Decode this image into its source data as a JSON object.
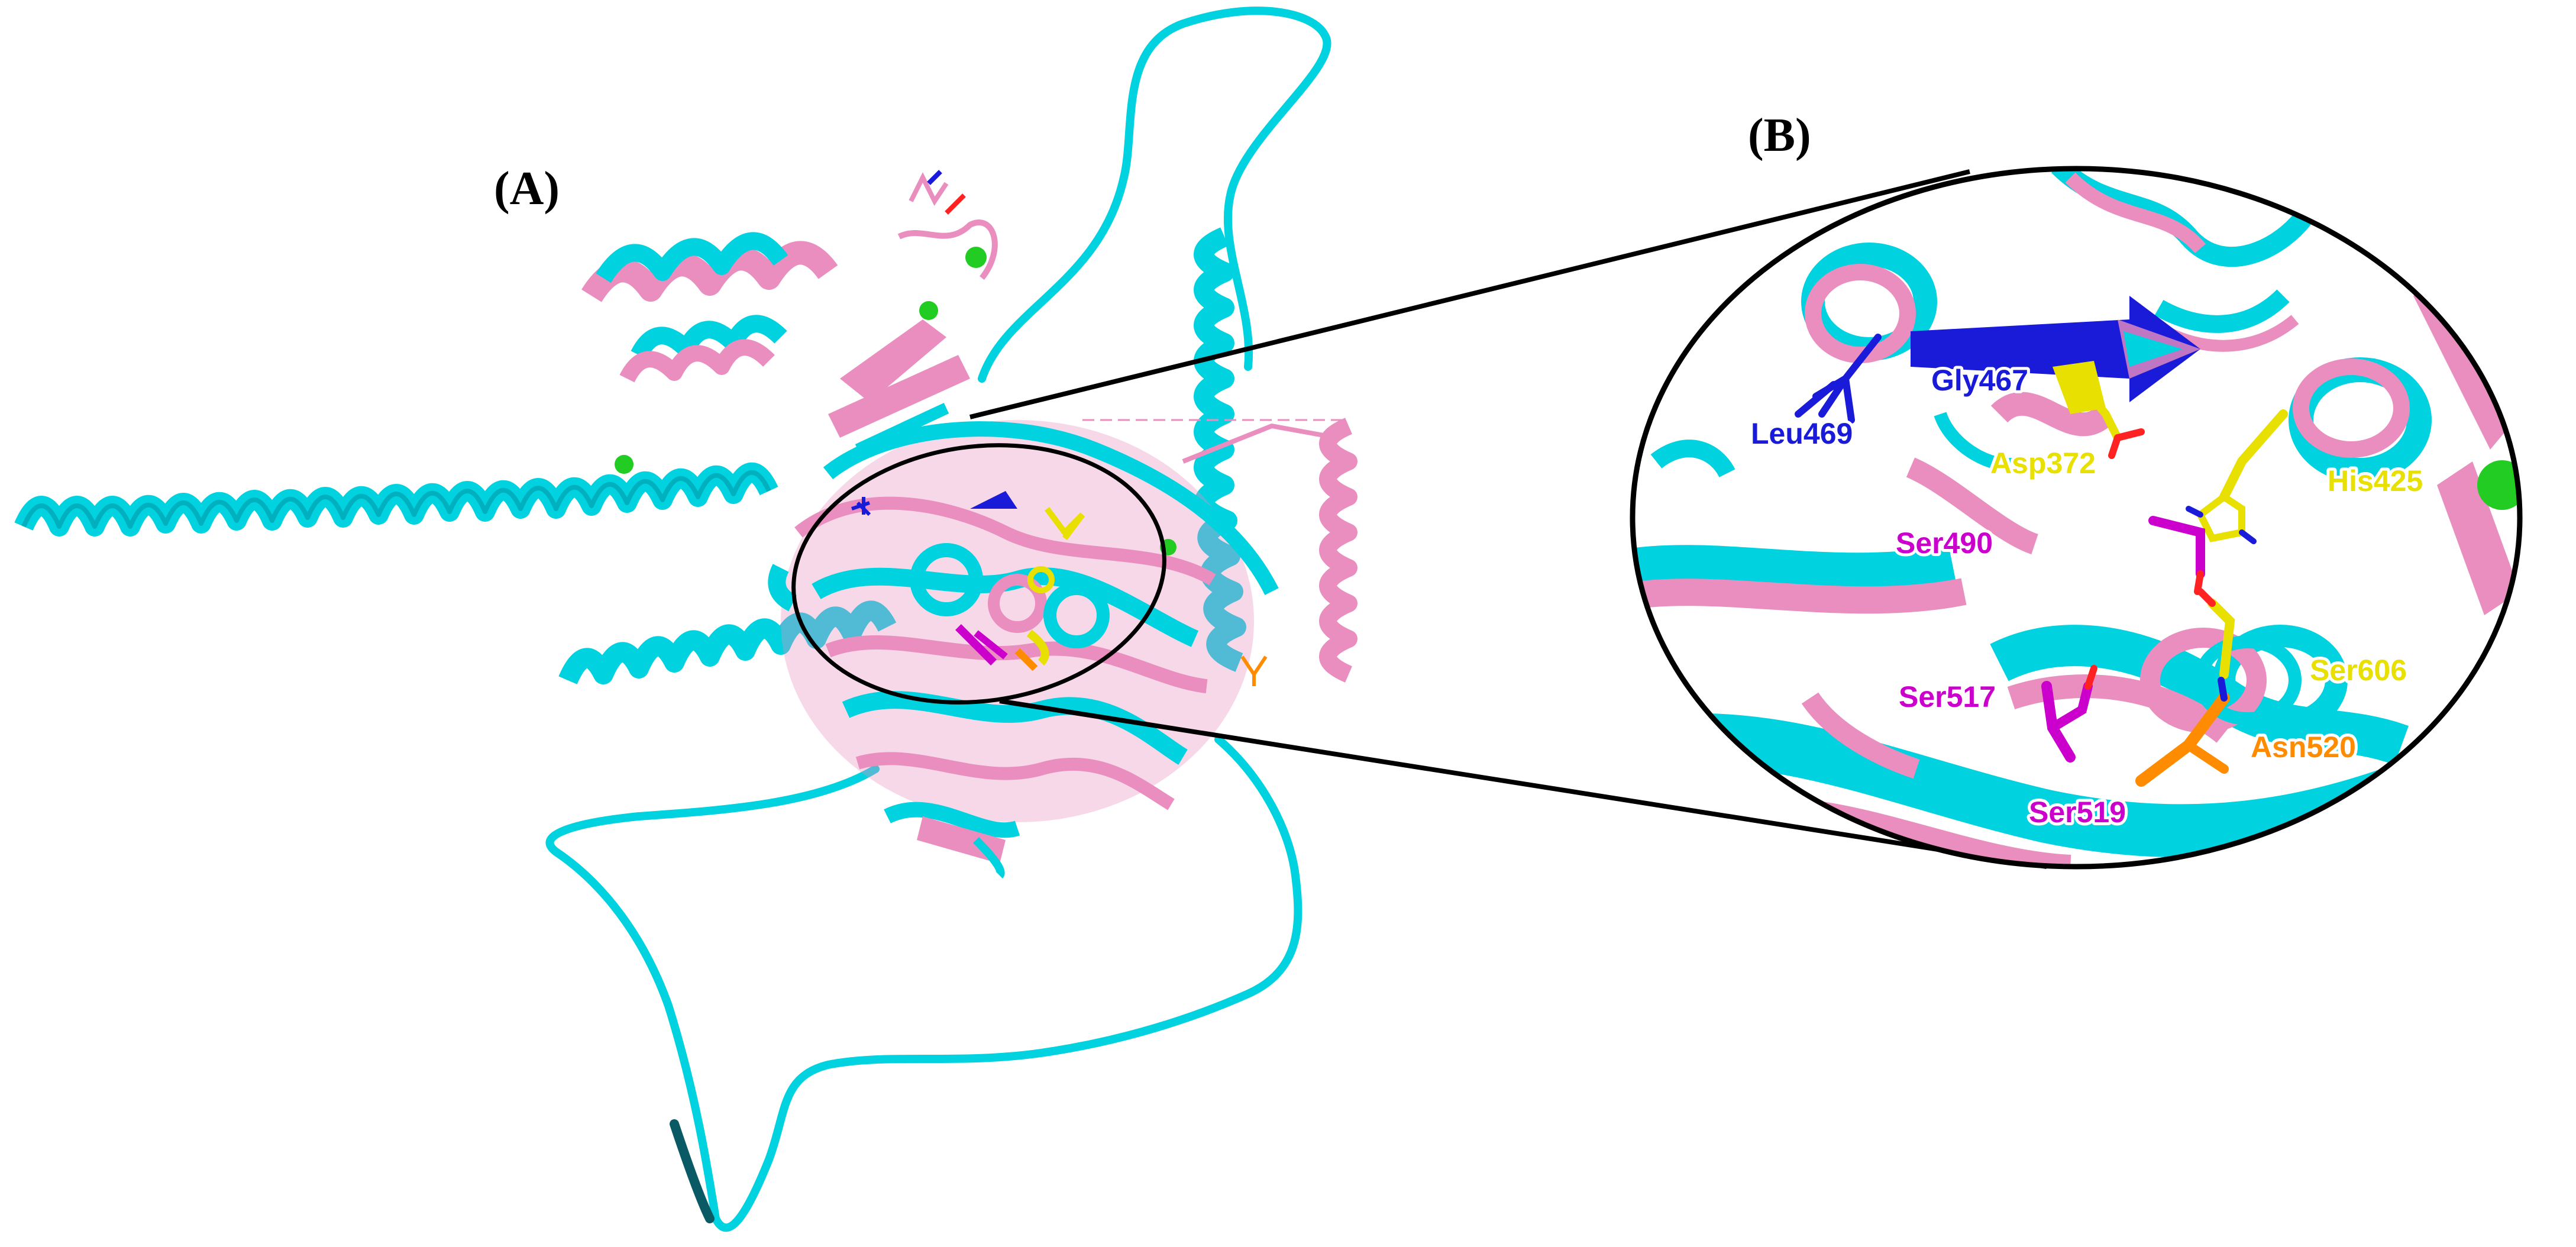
{
  "panels": {
    "a_label": "(A)",
    "b_label": "(B)"
  },
  "residues": {
    "leu469": "Leu469",
    "gly467": "Gly467",
    "asp372": "Asp372",
    "his425": "His425",
    "ser490": "Ser490",
    "ser517": "Ser517",
    "ser606": "Ser606",
    "asn520": "Asn520",
    "ser519": "Ser519"
  },
  "colors": {
    "cyan_structure": "#00D2E0",
    "pink_structure": "#E98EBE",
    "blue_residue": "#1A1AD9",
    "yellow_residue": "#E8E000",
    "magenta_residue": "#CC00CC",
    "orange_residue": "#FF8C00",
    "ion_sphere": "#22CC22"
  }
}
